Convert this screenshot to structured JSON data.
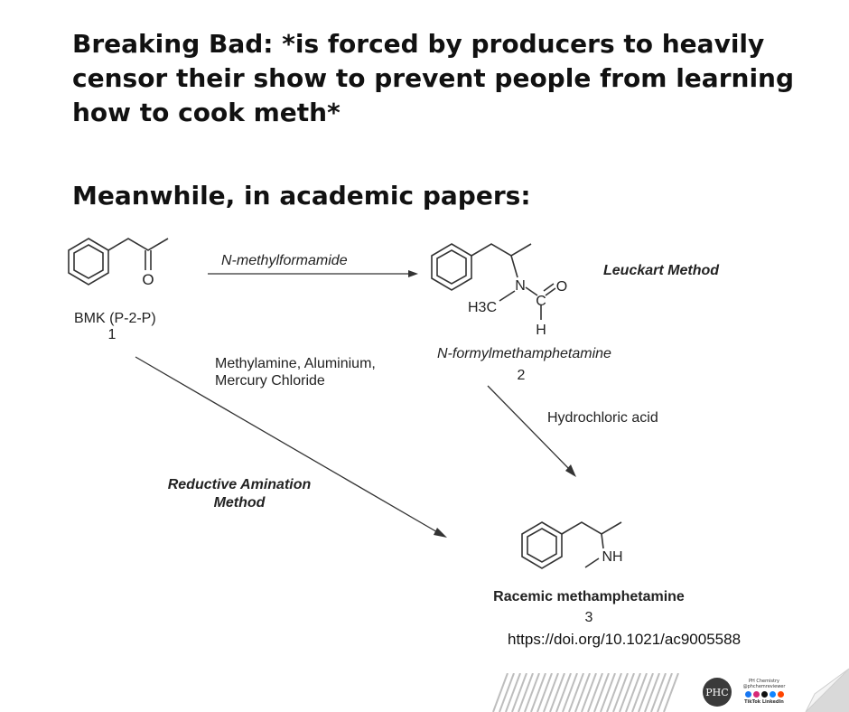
{
  "meme": {
    "heading_lines": [
      "Breaking Bad: *is forced by producers to heavily",
      "censor their show to prevent people from learning",
      "how to cook meth*"
    ],
    "subheading": "Meanwhile, in academic papers:"
  },
  "scheme": {
    "compound1": {
      "name": "BMK (P-2-P)",
      "number": "1",
      "atom_o": "O"
    },
    "arrow_top_reagent": "N-methylformamide",
    "compound2": {
      "name": "N-formylmethamphetamine",
      "number": "2",
      "atom_n": "N",
      "atom_c": "C",
      "atom_o": "O",
      "atom_h": "H",
      "group_h3c": "H3C"
    },
    "method_leuckart": "Leuckart Method",
    "diag_reagent_line1": "Methylamine, Aluminium,",
    "diag_reagent_line2": "Mercury Chloride",
    "method_reductive_line1": "Reductive Amination",
    "method_reductive_line2": "Method",
    "hcl_reagent": "Hydrochloric acid",
    "compound3": {
      "name": "Racemic methamphetamine",
      "number": "3",
      "group_nh": "NH"
    }
  },
  "citation": {
    "doi": "https://doi.org/10.1021/ac9005588"
  },
  "branding": {
    "logo_text": "PHC",
    "brand_name": "PH Chemistry",
    "brand_handle": "@phchemreviewer",
    "platforms": "TikTok LinkedIn"
  },
  "colors": {
    "text": "#111111",
    "bond": "#333333",
    "logo_bg": "#3a3a3a"
  }
}
